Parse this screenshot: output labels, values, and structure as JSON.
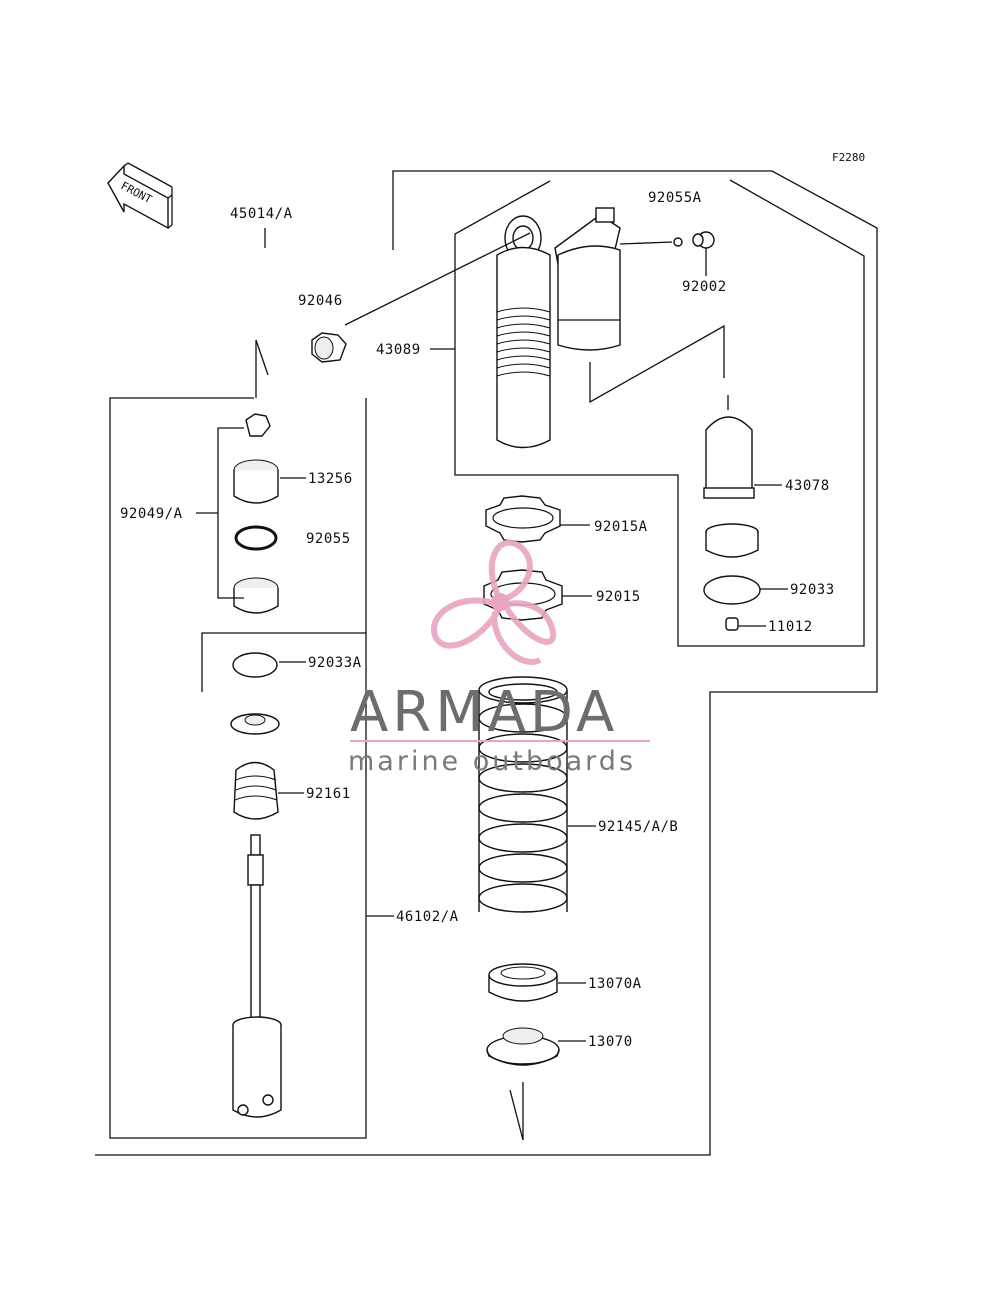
{
  "diagram_id": "F2280",
  "front_marker": "FRONT",
  "labels": {
    "l45014": "45014/A",
    "l92046": "92046",
    "l92055A": "92055A",
    "l92002": "92002",
    "l43089": "43089",
    "l13256": "13256",
    "l92049": "92049/A",
    "l92055": "92055",
    "l43078": "43078",
    "l92015A": "92015A",
    "l92015": "92015",
    "l92033": "92033",
    "l11012": "11012",
    "l92033A": "92033A",
    "l92161": "92161",
    "l92145": "92145/A/B",
    "l46102": "46102/A",
    "l13070A": "13070A",
    "l13070": "13070"
  },
  "watermark": {
    "title": "ARMADA",
    "subtitle": "marine outboards",
    "accent_color": "#e8a4c0",
    "text_color": "#6d6d6d"
  }
}
